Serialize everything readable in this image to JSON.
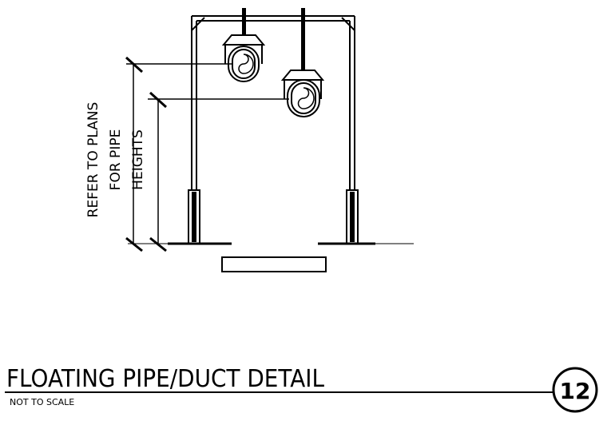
{
  "dimension_note": {
    "lines": [
      "REFER TO PLANS",
      "FOR PIPE",
      "HEIGHTS"
    ]
  },
  "title_block": {
    "title": "FLOATING PIPE/DUCT DETAIL",
    "scale_note": "NOT TO SCALE",
    "detail_number": "12"
  }
}
